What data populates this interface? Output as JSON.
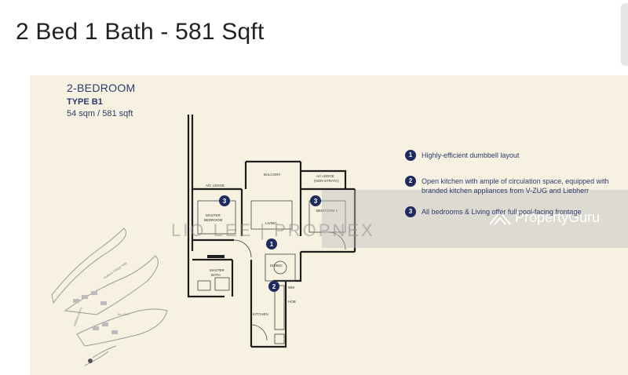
{
  "listing": {
    "title": "2 Bed 1 Bath - 581 Sqft"
  },
  "floorplan": {
    "heading": "2-BEDROOM",
    "type": "TYPE B1",
    "area": "54 sqm / 581 sqft",
    "rooms": {
      "balcony": "BALCONY",
      "ac_ledge_left": "A/C LEDGE",
      "ac_ledge_right": "AC LEDGE",
      "ac_ledge_right_sub": "(NON-STRATA)",
      "master_bedroom_1": "MASTER",
      "master_bedroom_2": "BEDROOM",
      "bedroom2": "BEDROOM 2",
      "living": "LIVING",
      "dining": "DINING",
      "master_bath_1": "MASTER",
      "master_bath_2": "BATH",
      "kitchen": "KITCHEN",
      "wm": "WM",
      "hob": "HOB"
    },
    "markers": [
      "1",
      "2",
      "3",
      "3"
    ],
    "features": [
      {
        "num": "1",
        "text": "Highly-efficient dumbbell layout"
      },
      {
        "num": "2",
        "text": "Open kitchen with ample of circulation space, equipped with branded kitchen appliances from V-ZUG and Liebherr"
      },
      {
        "num": "3",
        "text": "All bedrooms & Living offer full pool-facing frontage"
      }
    ],
    "site_map_labels": {
      "drive": "Holland Village Way",
      "drive2": "Holland Grove",
      "inout": "IN / OUT"
    }
  },
  "watermark": {
    "agent": "LIO LEE | PROPNEX",
    "brand": "PropertyGuru"
  },
  "colors": {
    "plan_bg": "#f6f1e1",
    "accent_navy": "#1f2a5e",
    "title_text": "#222222"
  }
}
